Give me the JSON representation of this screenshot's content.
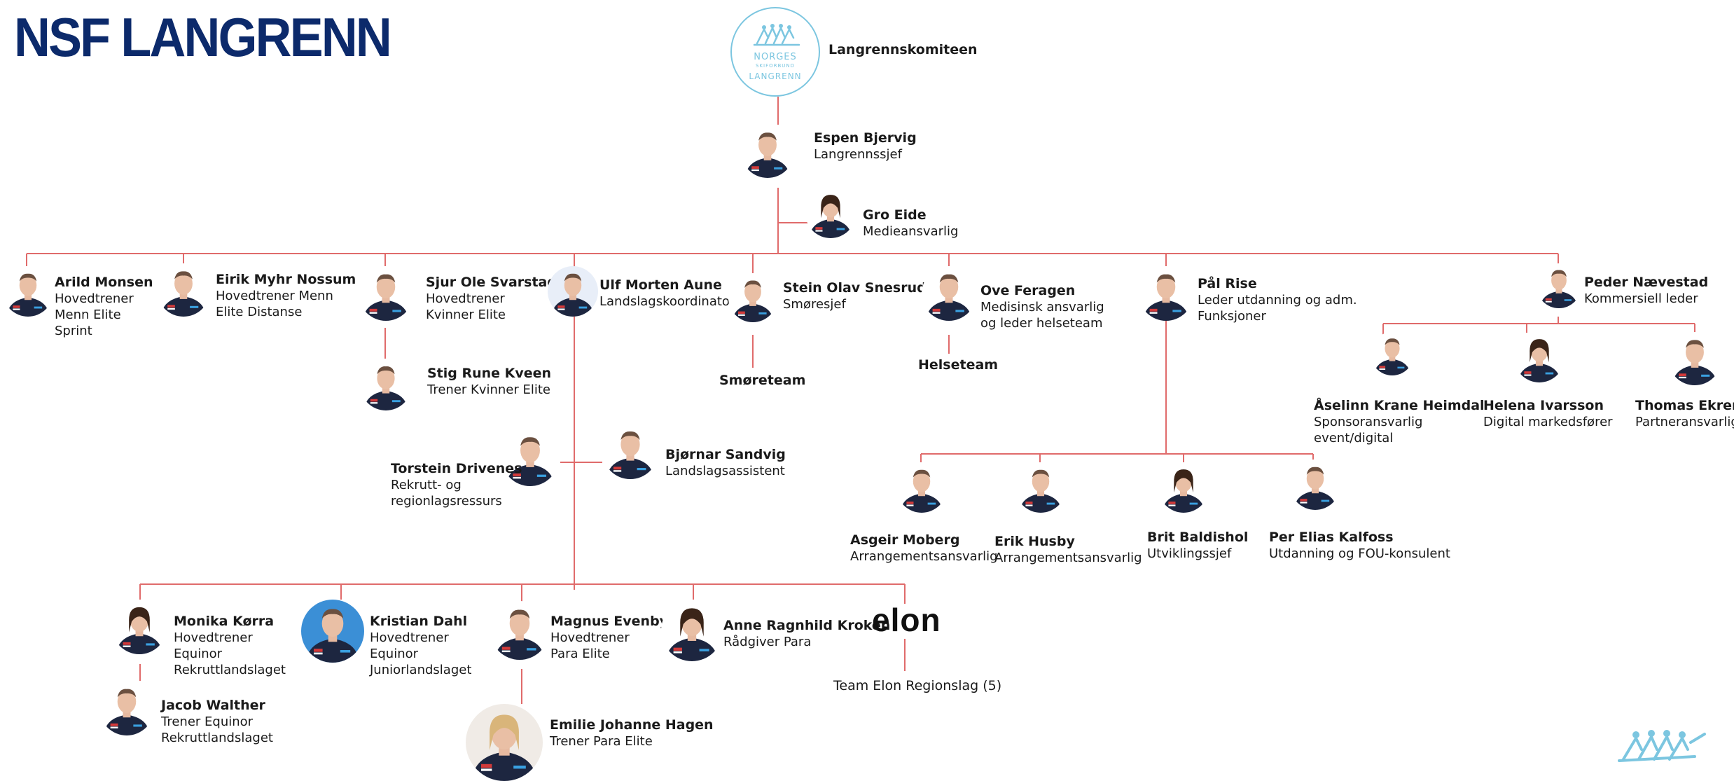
{
  "title": "NSF LANGRENN",
  "colors": {
    "title": "#0c2a6b",
    "connector": "#e06b6b",
    "logo": "#7cc6e0",
    "jacket": "#1d2640"
  },
  "committee": {
    "name": "Langrennskomiteen",
    "logo_text_1": "NORGES",
    "logo_text_2": "SKIFORBUND",
    "logo_text_3": "LANGRENN"
  },
  "people": {
    "espen": {
      "name": "Espen Bjervig",
      "roles": [
        "Langrennssjef"
      ]
    },
    "gro": {
      "name": "Gro Eide",
      "roles": [
        "Medieansvarlig"
      ]
    },
    "arild": {
      "name": "Arild Monsen",
      "roles": [
        "Hovedtrener",
        "Menn Elite",
        "Sprint"
      ]
    },
    "eirik": {
      "name": "Eirik Myhr Nossum",
      "roles": [
        "Hovedtrener Menn",
        "Elite Distanse"
      ]
    },
    "sjur": {
      "name": "Sjur Ole Svarstad",
      "roles": [
        "Hovedtrener",
        "Kvinner Elite"
      ]
    },
    "stig": {
      "name": "Stig Rune Kveen",
      "roles": [
        "Trener Kvinner Elite"
      ]
    },
    "ulf": {
      "name": "Ulf Morten Aune",
      "roles": [
        "Landslagskoordinator"
      ]
    },
    "stein": {
      "name": "Stein Olav Snesrud",
      "roles": [
        "Smøresjef"
      ]
    },
    "ove": {
      "name": "Ove Feragen",
      "roles": [
        "Medisinsk ansvarlig",
        "og leder helseteam"
      ]
    },
    "pal": {
      "name": "Pål Rise",
      "roles": [
        "Leder utdanning og adm.",
        "Funksjoner"
      ]
    },
    "peder": {
      "name": "Peder Nævestad",
      "roles": [
        "Kommersiell leder"
      ]
    },
    "aselinn": {
      "name": "Åselinn Krane Heimdal",
      "roles": [
        "Sponsoransvarlig",
        "event/digital"
      ]
    },
    "helena": {
      "name": "Helena Ivarsson",
      "roles": [
        "Digital markedsfører"
      ]
    },
    "thomas": {
      "name": "Thomas Ekren",
      "roles": [
        "Partneransvarlig"
      ]
    },
    "torstein": {
      "name": "Torstein Drivenes",
      "roles": [
        "Rekrutt- og",
        "regionlagsressurs"
      ]
    },
    "bjornar": {
      "name": "Bjørnar Sandvig",
      "roles": [
        "Landslagsassistent"
      ]
    },
    "asgeir": {
      "name": "Asgeir Moberg",
      "roles": [
        "Arrangementsansvarlig"
      ]
    },
    "erik": {
      "name": "Erik Husby",
      "roles": [
        "Arrangementsansvarlig"
      ]
    },
    "brit": {
      "name": "Brit Baldishol",
      "roles": [
        "Utviklingssjef"
      ]
    },
    "per": {
      "name": "Per Elias Kalfoss",
      "roles": [
        "Utdanning og FOU-konsulent"
      ]
    },
    "monika": {
      "name": "Monika Kørra",
      "roles": [
        "Hovedtrener",
        "Equinor",
        "Rekruttlandslaget"
      ]
    },
    "kristian": {
      "name": "Kristian Dahl",
      "roles": [
        "Hovedtrener",
        "Equinor",
        "Juniorlandslaget"
      ]
    },
    "magnus": {
      "name": "Magnus Evenby",
      "roles": [
        "Hovedtrener",
        "Para Elite"
      ]
    },
    "anne": {
      "name": "Anne Ragnhild Kroken",
      "roles": [
        "Rådgiver Para"
      ]
    },
    "jacob": {
      "name": "Jacob Walther",
      "roles": [
        "Trener Equinor",
        "Rekruttlandslaget"
      ]
    },
    "emilie": {
      "name": "Emilie Johanne Hagen",
      "roles": [
        "Trener Para Elite"
      ]
    }
  },
  "teams": {
    "smoreteam": "Smøreteam",
    "helseteam": "Helseteam",
    "elon_logo": "elon",
    "elon_team": "Team Elon Regionslag (5)"
  }
}
